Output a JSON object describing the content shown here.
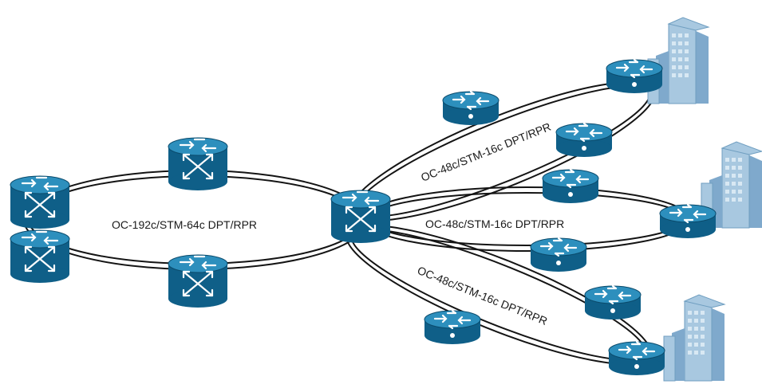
{
  "diagram": {
    "rings": {
      "core": "OC-192c/STM-64c DPT/RPR",
      "upper_branch": "OC-48c/STM-16c DPT/RPR",
      "middle_branch": "OC-48c/STM-16c DPT/RPR",
      "lower_branch": "OC-48c/STM-16c DPT/RPR"
    },
    "colors": {
      "device_top": "#2d8fbd",
      "device_side": "#0f5f88",
      "building": "#a8c8e0",
      "ring_line": "#141414"
    },
    "icons": [
      "switch-icon",
      "router-icon",
      "building-icon"
    ]
  }
}
